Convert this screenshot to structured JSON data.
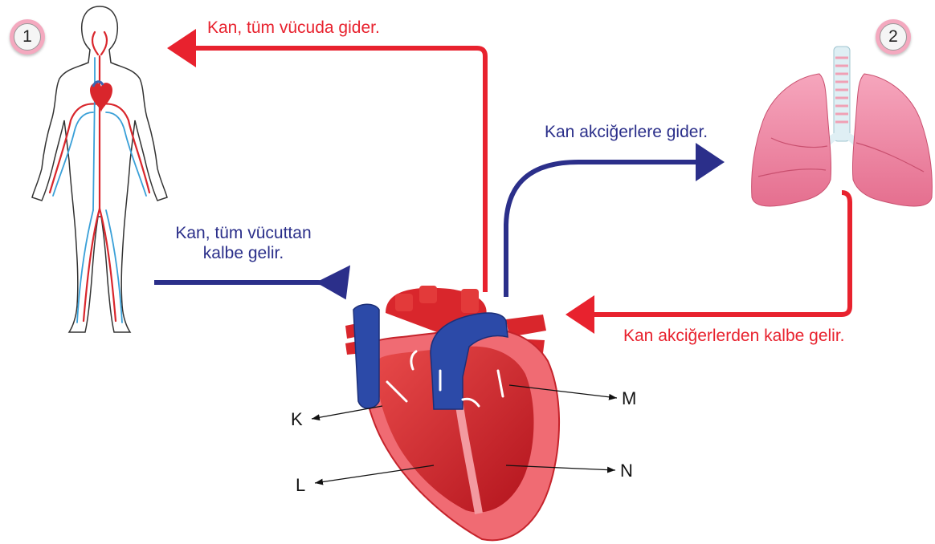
{
  "badges": {
    "body": "1",
    "lungs": "2"
  },
  "flows": {
    "to_body": "Kan, tüm vücuda gider.",
    "from_body_line1": "Kan, tüm vücuttan",
    "from_body_line2": "kalbe gelir.",
    "to_lungs": "Kan akciğerlere gider.",
    "from_lungs": "Kan akciğerlerden kalbe gelir."
  },
  "heart_parts": {
    "k": "K",
    "l": "L",
    "m": "M",
    "n": "N"
  },
  "colors": {
    "red_flow": "#e8222e",
    "blue_flow": "#2b2f8a",
    "badge_ring": "#f4a9bf"
  }
}
